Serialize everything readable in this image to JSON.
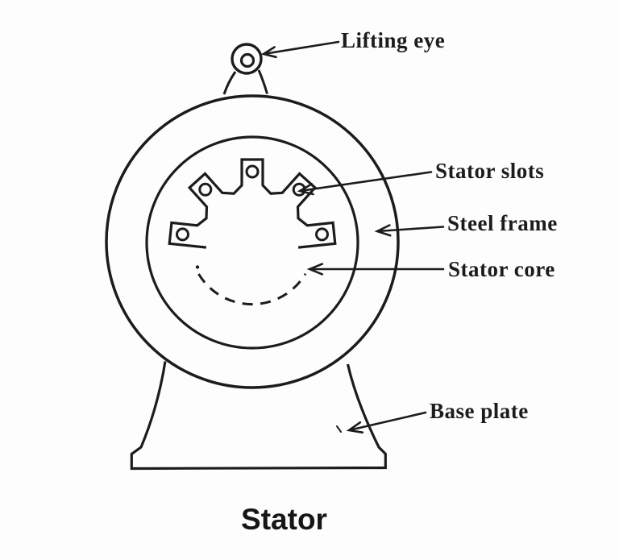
{
  "figure": {
    "caption": "Stator",
    "labels": {
      "lifting_eye": "Lifting eye",
      "stator_slots": "Stator slots",
      "steel_frame": "Steel frame",
      "stator_core": "Stator core",
      "base_plate": "Base plate"
    },
    "colors": {
      "ink": "#1c1c1c",
      "paper": "#fdfdfd"
    }
  }
}
